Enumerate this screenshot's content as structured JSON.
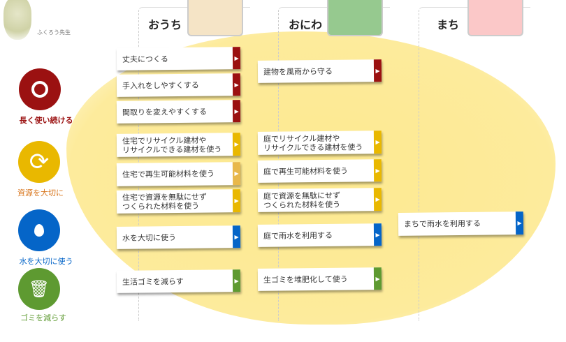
{
  "mascot": {
    "label": "ふくろう先生",
    "icon": "owl-icon"
  },
  "colors": {
    "red": "#9b1111",
    "yellow": "#e9b800",
    "orange": "#e8b84a",
    "blue": "#0565c8",
    "green": "#5e9a31"
  },
  "columns": [
    {
      "label": "おうち",
      "icon": "house-icon"
    },
    {
      "label": "おにわ",
      "icon": "garden-icon"
    },
    {
      "label": "まち",
      "icon": "town-icon"
    }
  ],
  "categories": [
    {
      "label": "長く使い続ける",
      "icon": "clock-icon"
    },
    {
      "label": "資源を大切に",
      "icon": "recycle-icon"
    },
    {
      "label": "水を大切に使う",
      "icon": "water-drop-icon"
    },
    {
      "label": "ゴミを減らす",
      "icon": "trash-icon"
    }
  ],
  "buttons": {
    "house": [
      "丈夫につくる",
      "手入れをしやすくする",
      "間取りを変えやすくする",
      "住宅でリサイクル建材や\nリサイクルできる建材を使う",
      "住宅で再生可能材料を使う",
      "住宅で資源を無駄にせず\nつくられた材料を使う",
      "水を大切に使う",
      "生活ゴミを減らす"
    ],
    "garden": [
      "建物を風雨から守る",
      "庭でリサイクル建材や\nリサイクルできる建材を使う",
      "庭で再生可能材料を使う",
      "庭で資源を無駄にせず\nつくられた材料を使う",
      "庭で雨水を利用する",
      "生ゴミを堆肥化して使う"
    ],
    "town": [
      "まちで雨水を利用する"
    ]
  }
}
